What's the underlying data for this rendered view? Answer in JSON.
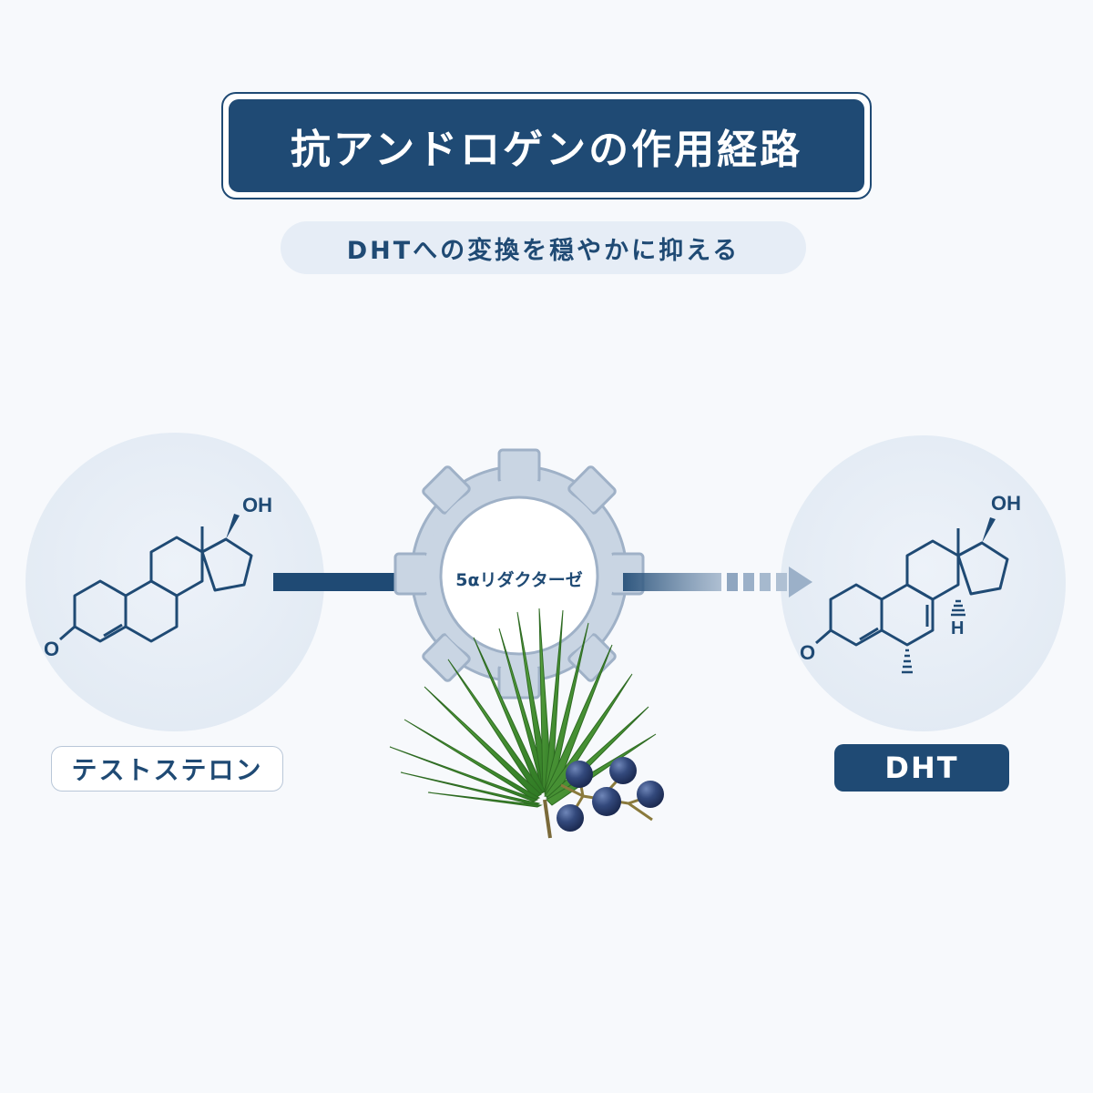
{
  "title": "抗アンドロゲンの作用経路",
  "subtitle": "DHTへの変換を穏やかに抑える",
  "substrate": {
    "label": "テストステロン",
    "atoms": {
      "hydroxyl": "OH",
      "ketone": "O"
    }
  },
  "enzyme": {
    "label": "5αリダクターゼ"
  },
  "product": {
    "label": "DHT",
    "atoms": {
      "hydroxyl": "OH",
      "ketone": "O",
      "hydrogen": "H"
    }
  },
  "colors": {
    "navy": "#1f4a74",
    "gear": "#c9d5e3",
    "leaf": "#3f8f2e",
    "berry": "#2c3e6f",
    "circle": "#e3ebf4"
  },
  "icons": [
    "gear-icon",
    "palm-leaf-icon",
    "berries-icon",
    "arrow-right-icon"
  ]
}
